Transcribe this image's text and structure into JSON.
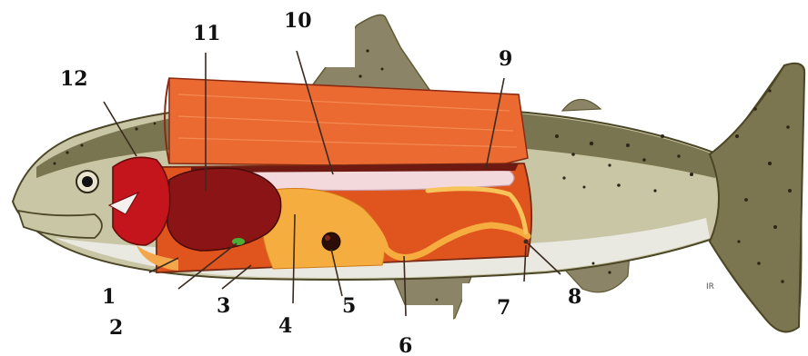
{
  "diagram": {
    "labels": [
      "1",
      "2",
      "3",
      "4",
      "5",
      "6",
      "7",
      "8",
      "9",
      "10",
      "11",
      "12"
    ],
    "corner_mark": "IR"
  },
  "colors": {
    "body_dark": "#5e5a33",
    "body_light": "#c9c6a6",
    "belly": "#e9e9e2",
    "fin": "#8c8466",
    "muscle": "#ea6a32",
    "cavity": "#e0541e",
    "gill": "#c3151b",
    "liver": "#8b1516",
    "stomach": "#f6ad3f",
    "swim_bladder": "#f3d8dc",
    "kidney": "#6e1a12",
    "spleen": "#2c0d08",
    "gallbladder": "#4caf35",
    "spots": "#2b2615"
  }
}
